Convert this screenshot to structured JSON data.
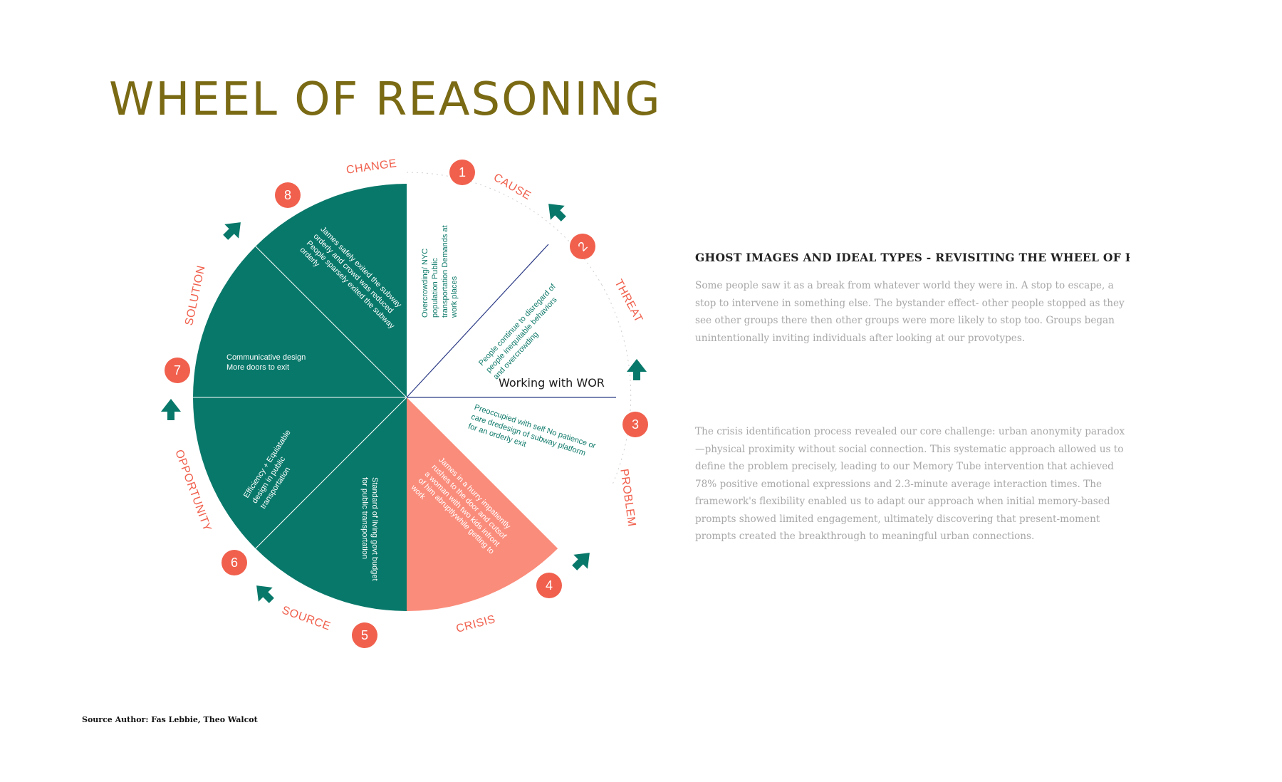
{
  "title": "WHEEL OF REASONING",
  "wheel": {
    "stages": [
      {
        "num": "1",
        "label": "CAUSE",
        "text": "Overcrowding/ NYC population Public transportation Demands at work places"
      },
      {
        "num": "2",
        "label": "THREAT",
        "text": "People continue to disregard of people inequitable behaviors and overcrowding"
      },
      {
        "num": "3",
        "label": "PROBLEM",
        "text": "Preoccupied with self No patience or care dredesign of subway platform for an orderly exit"
      },
      {
        "num": "4",
        "label": "CRISIS",
        "text": "James in a hurry impatiently rushes to the door and cutsof a woman with two kids infront of him abruptlywhile getting to work"
      },
      {
        "num": "5",
        "label": "SOURCE",
        "text": "Standard of living govt budget for public transportation"
      },
      {
        "num": "6",
        "label": "OPPORTUNITY",
        "text": "Efficiency + Equiatable design in public transportation"
      },
      {
        "num": "7",
        "label": "SOLUTION",
        "text": "Communicative design More doors to exit"
      },
      {
        "num": "8",
        "label": "CHANGE",
        "text": "James safely exited the subway orderly and crowd was reduced People sparsely exited the subway orderly"
      }
    ],
    "center_label": "Working with WOR",
    "colors": {
      "teal": "#08786a",
      "salmon": "#fa8c7b",
      "coral": "#f0604d",
      "navy": "#2b3a85"
    }
  },
  "right": {
    "heading": "GHOST IMAGES AND IDEAL TYPES - REVISITING THE WHEEL OF RE",
    "paragraph1": "Some people saw it as a break from whatever world they were in. A stop to escape, a stop to intervene in something else. The bystander effect- other people stopped as they see other groups there then other groups were more likely to stop too. Groups began unintentionally inviting individuals after looking at our provotypes.",
    "paragraph2": "The crisis identification process revealed our core challenge: urban anonymity paradox—physical proximity without social connection. This systematic approach allowed us to define the problem precisely, leading to our Memory Tube intervention that achieved 78% positive emotional expressions and 2.3-minute average interaction times. The framework's flexibility enabled us to adapt our approach when initial memory-based prompts showed limited engagement, ultimately discovering that present-moment prompts created the breakthrough to meaningful urban connections."
  },
  "source": "Source Author: Fas Lebbie, Theo Walcot"
}
